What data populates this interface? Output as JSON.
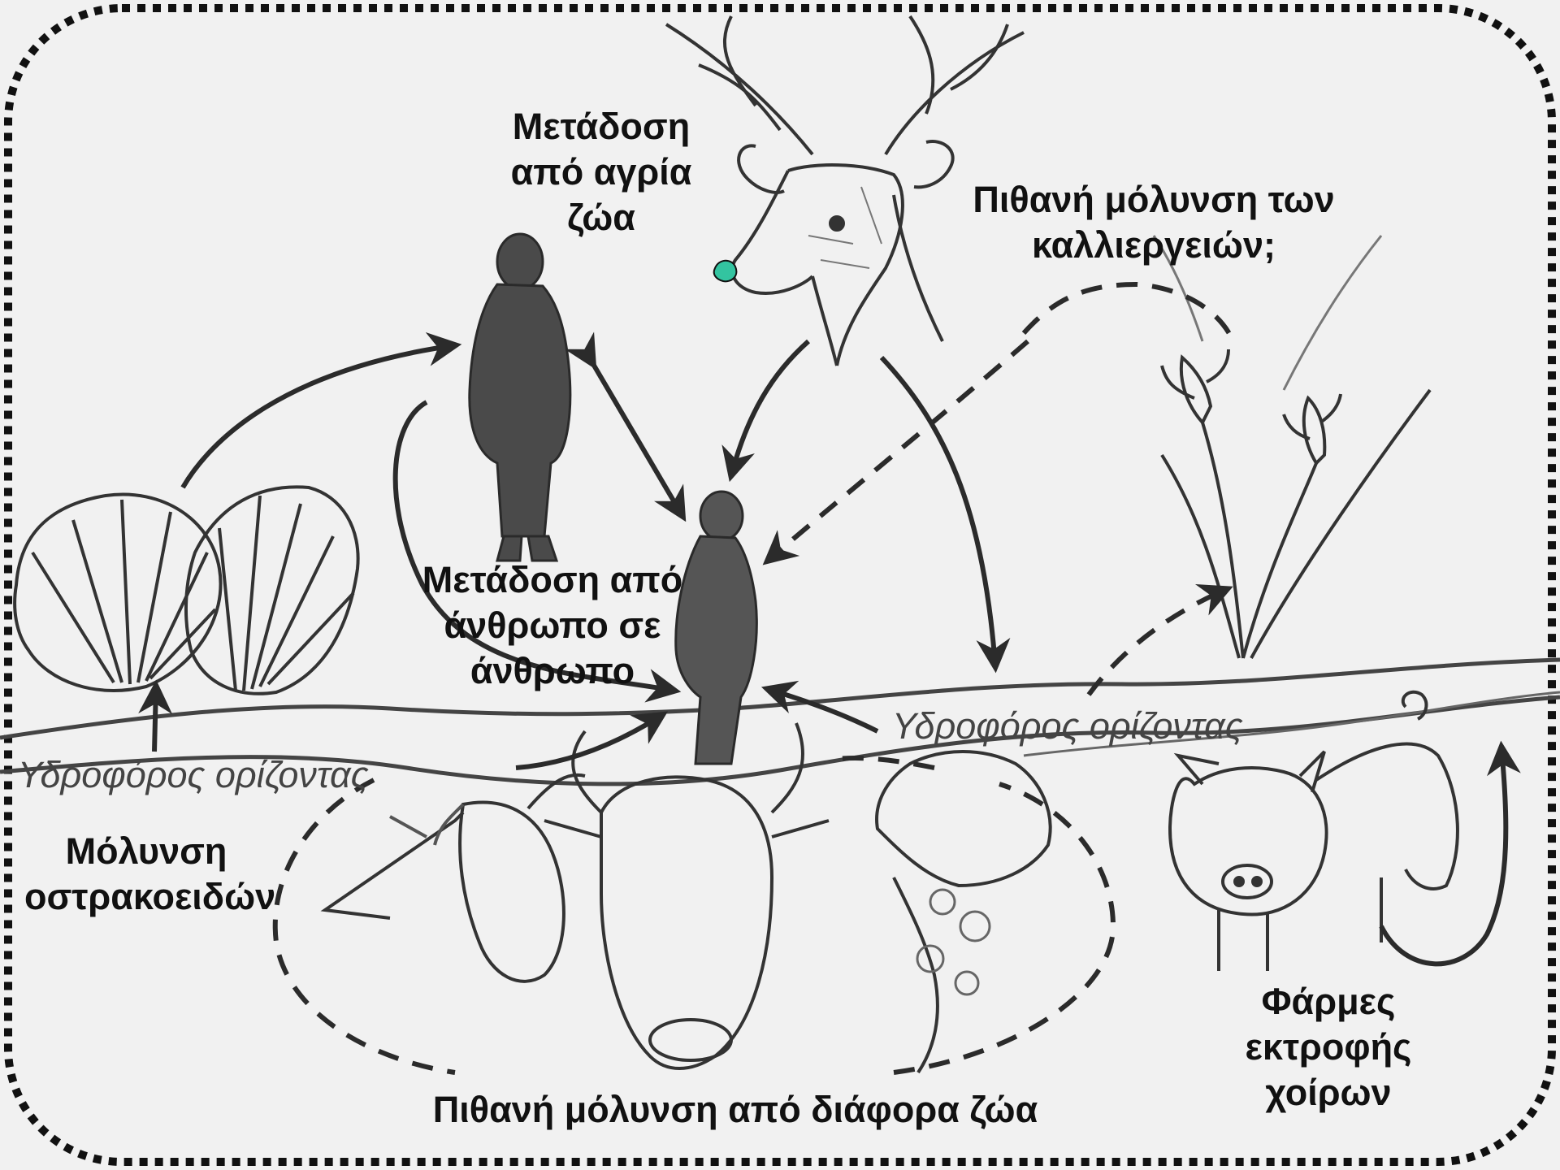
{
  "labels": {
    "wild_animal": [
      "Μετάδοση",
      "από αγρία",
      "ζώα"
    ],
    "crops": [
      "Πιθανή μόλυνση  των",
      "καλλιεργειών;"
    ],
    "human_to_human": [
      "Μετάδοση από",
      "άνθρωπο σε",
      "άνθρωπο"
    ],
    "aquifer_left": "Υδροφόρος ορίζοντας",
    "aquifer_right": "Υδροφόρος ορίζοντας",
    "shellfish": [
      "Μόλυνση",
      "οστρακοειδών"
    ],
    "animals": "Πιθανή μόλυνση από διάφορα ζώα",
    "pig_farms": [
      "Φάρμες",
      "εκτροφής",
      "χοίρων"
    ]
  },
  "colors": {
    "background": "#f1f1f1",
    "pencil": "#333333",
    "text": "#111111",
    "marker": "#33c4a0"
  }
}
